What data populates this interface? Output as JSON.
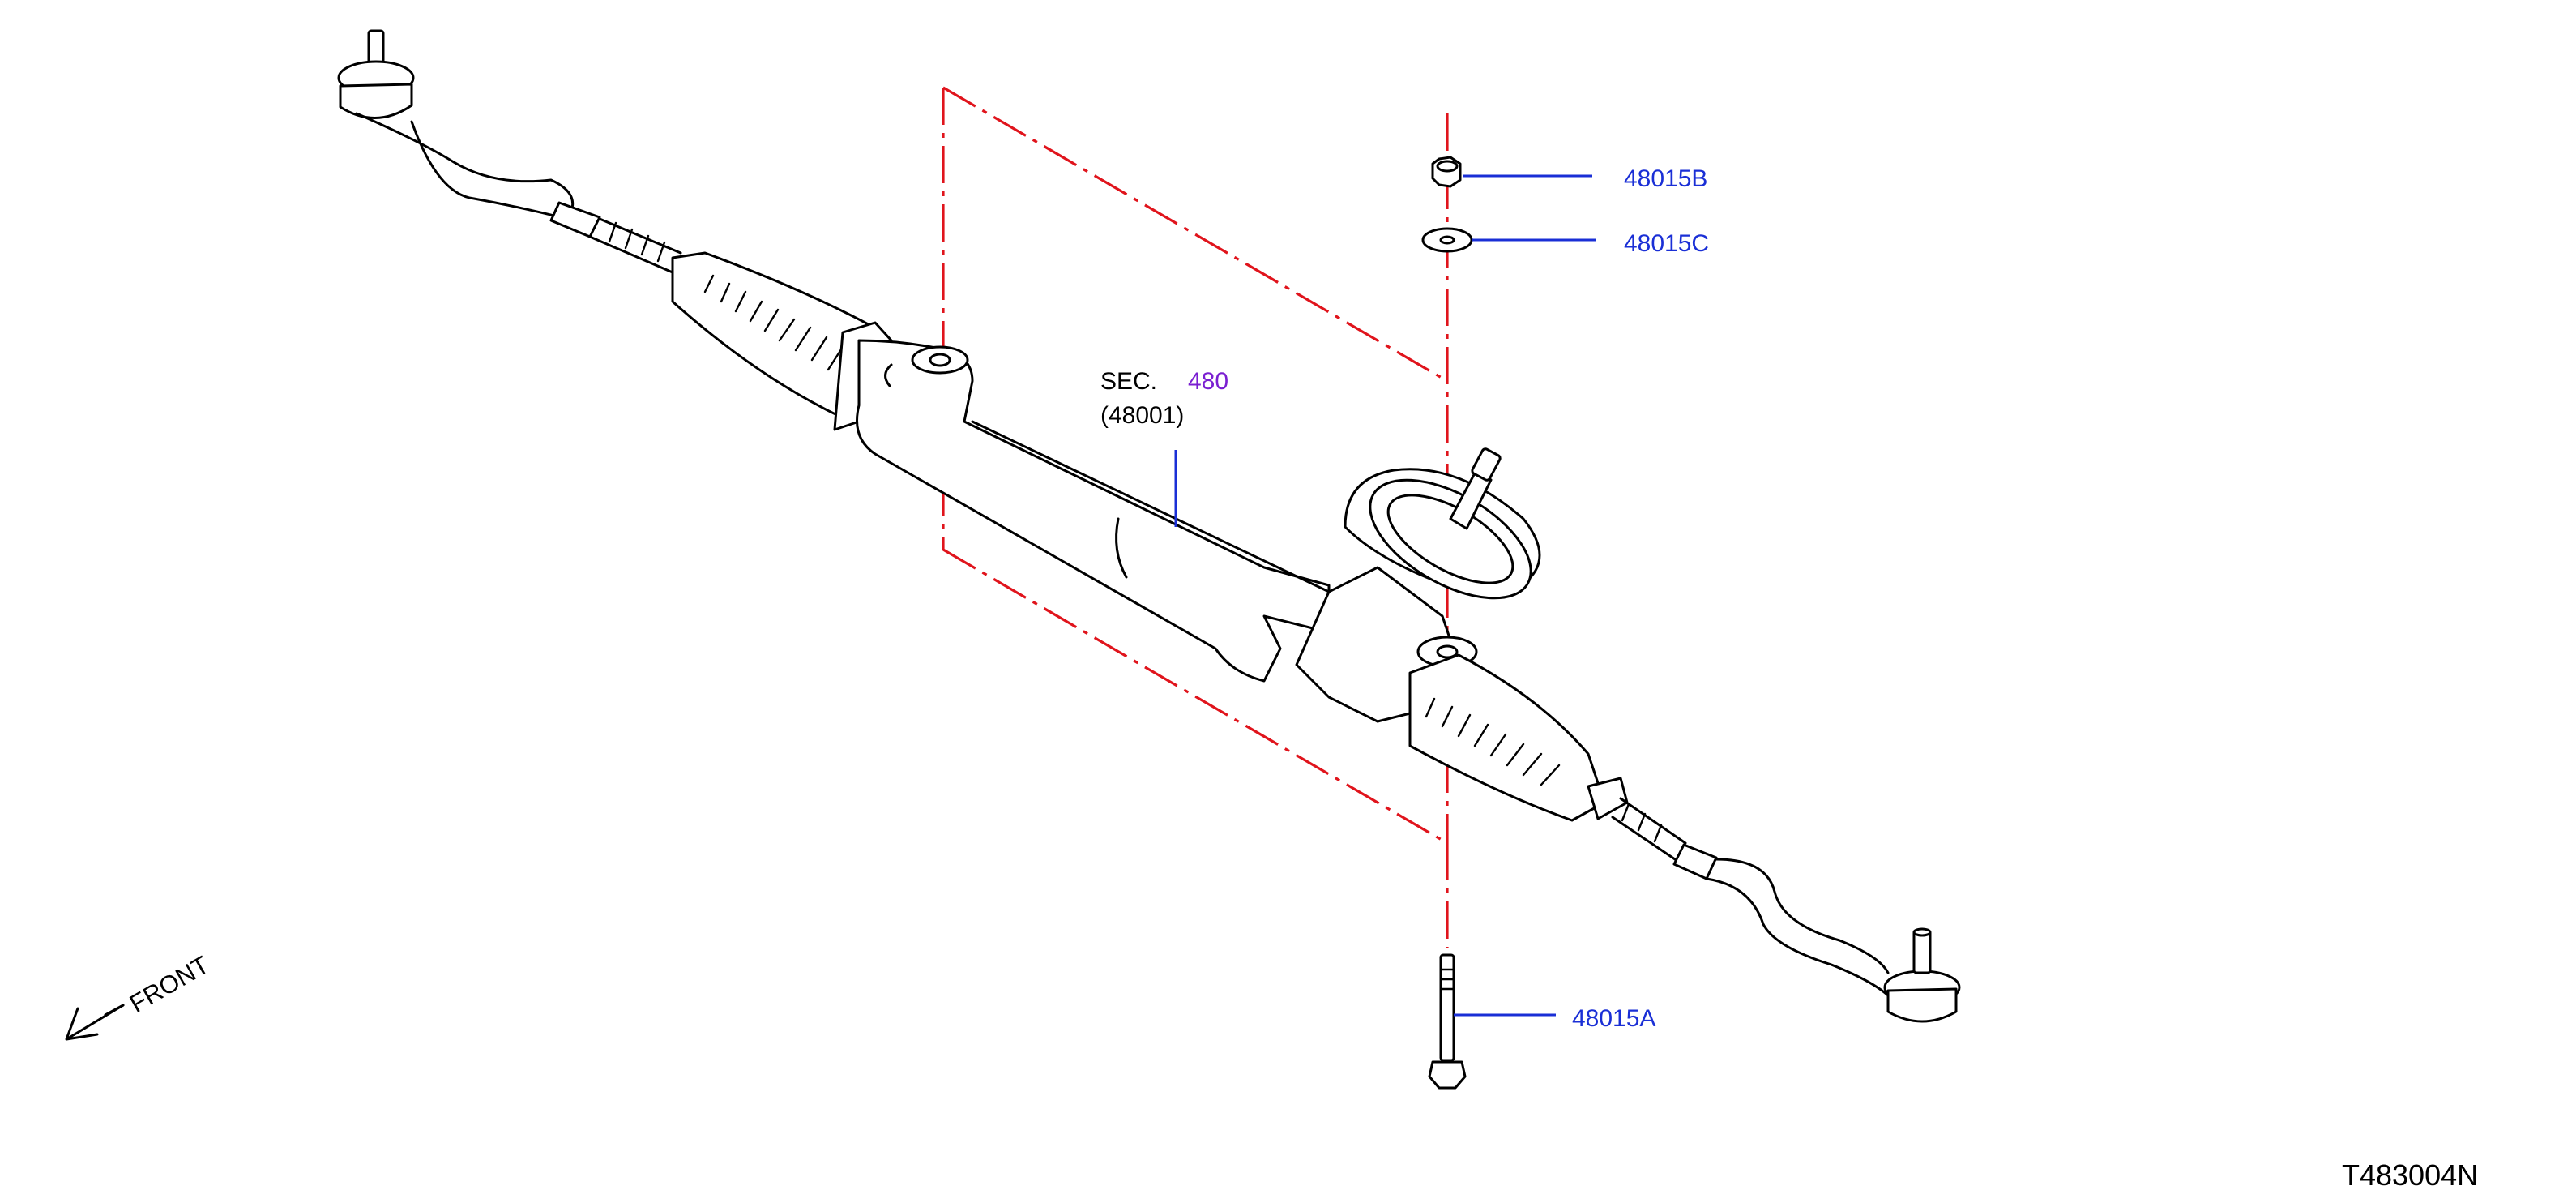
{
  "diagram": {
    "section": {
      "prefix": "SEC.",
      "number": "480",
      "sub": "(48001)"
    },
    "parts": [
      {
        "id": "48015B",
        "name": "nut"
      },
      {
        "id": "48015C",
        "name": "washer"
      },
      {
        "id": "48015A",
        "name": "bolt"
      }
    ],
    "direction_label": "FRONT",
    "figure_code": "T483004N",
    "colors": {
      "part_label": "#1a2fd6",
      "section_number": "#7a1fd1",
      "center_line": "#e0141c",
      "outline": "#000000"
    }
  }
}
